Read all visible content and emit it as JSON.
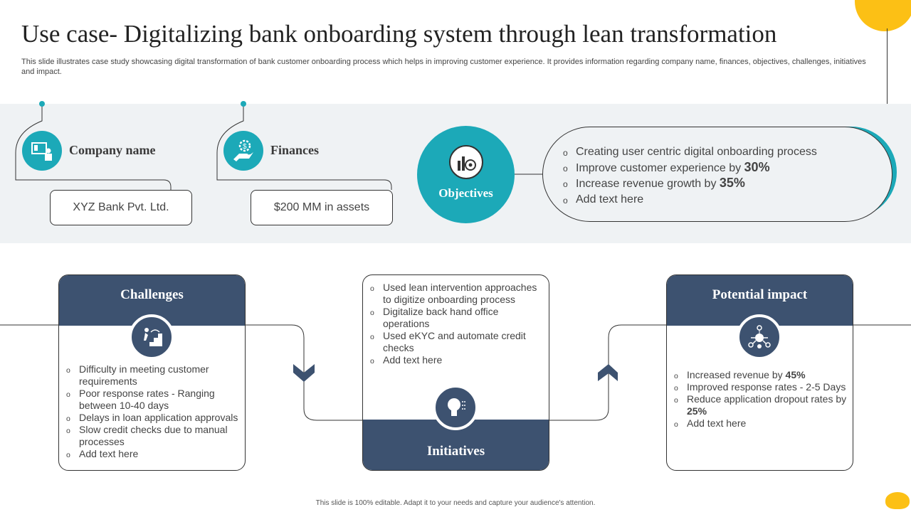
{
  "title": "Use case- Digitalizing bank onboarding system through lean transformation",
  "subtitle": "This slide illustrates case study showcasing digital transformation of bank customer onboarding process which helps in improving customer experience. It provides information regarding company name, finances, objectives, challenges, initiatives and impact.",
  "company": {
    "label": "Company name",
    "value": "XYZ Bank Pvt. Ltd.",
    "icon": "presentation-icon"
  },
  "finances": {
    "label": "Finances",
    "value": "$200 MM in assets",
    "icon": "hand-money-gear-icon"
  },
  "objectives": {
    "label": "Objectives",
    "icon": "chart-target-icon",
    "items": [
      {
        "text": "Creating user centric digital onboarding process",
        "bold": ""
      },
      {
        "text": "Improve customer experience by ",
        "bold": "30%"
      },
      {
        "text": "Increase revenue growth by ",
        "bold": "35%"
      },
      {
        "text": "Add text here",
        "bold": ""
      }
    ]
  },
  "challenges": {
    "label": "Challenges",
    "icon": "stairs-climb-icon",
    "items": [
      "Difficulty in meeting customer requirements",
      "Poor response rates - Ranging between 10-40 days",
      "Delays in loan application approvals",
      "Slow credit checks due to manual processes",
      "Add text here"
    ]
  },
  "initiatives": {
    "label": "Initiatives",
    "icon": "lightbulb-head-icon",
    "items": [
      "Used lean intervention approaches to digitize onboarding process",
      "Digitalize back hand office operations",
      "Used eKYC and automate credit checks",
      "Add text here"
    ]
  },
  "impact": {
    "label": "Potential impact",
    "icon": "network-bulb-icon",
    "items": [
      {
        "text": "Increased revenue by ",
        "bold": "45%"
      },
      {
        "text": "Improved response rates - 2-5 Days",
        "bold": ""
      },
      {
        "text": "Reduce application dropout rates by ",
        "bold": "25%"
      },
      {
        "text": "Add text here",
        "bold": ""
      }
    ]
  },
  "footer": "This slide is 100% editable. Adapt it to your needs and capture your audience's attention.",
  "colors": {
    "teal": "#1ca9b8",
    "navy": "#3d5270",
    "band": "#eff2f4",
    "yellow": "#fcc015"
  }
}
